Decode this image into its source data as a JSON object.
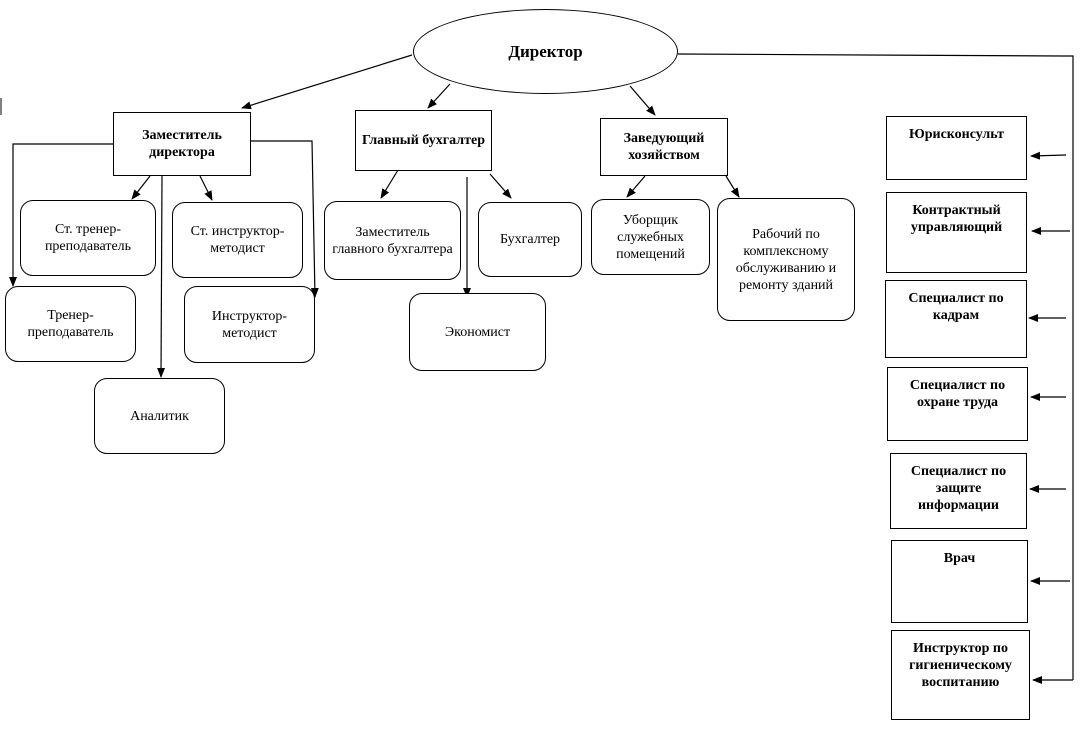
{
  "director": "Директор",
  "deputy": "Заместитель директора",
  "chief_accountant": "Главный бухгалтер",
  "household_head": "Заведующий хозяйством",
  "deputy_subordinates": {
    "senior_trainer": "Ст. тренер-преподаватель",
    "senior_methodist": "Ст. инструктор-методист",
    "trainer": "Тренер-преподаватель",
    "methodist": "Инструктор-методист",
    "analyst": "Аналитик"
  },
  "accounting_subordinates": {
    "deputy_chief_accountant": "Заместитель главного бухгалтера",
    "accountant": "Бухгалтер",
    "economist": "Экономист"
  },
  "household_subordinates": {
    "cleaner": "Уборщик служебных помещений",
    "maintenance_worker": "Рабочий по комплексному обслуживанию и ремонту зданий"
  },
  "direct_reports": [
    "Юрисконсульт",
    "Контрактный управляющий",
    "Специалист по кадрам",
    "Специалист по охране труда",
    "Специалист по защите информации",
    "Врач",
    "Инструктор по гигиеническому воспитанию"
  ]
}
